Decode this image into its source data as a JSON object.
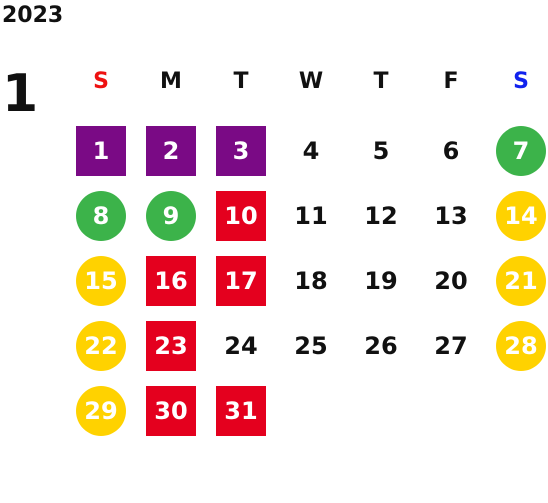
{
  "year": "2023",
  "month": "1",
  "colors": {
    "sunday": "#ee1111",
    "saturday": "#1122ee",
    "weekday": "#111111",
    "purple": "#7a0a85",
    "red": "#e4001e",
    "green": "#3cb34a",
    "yellow": "#ffd200"
  },
  "weekdays": [
    {
      "label": "S",
      "color": "sunday"
    },
    {
      "label": "M",
      "color": "weekday"
    },
    {
      "label": "T",
      "color": "weekday"
    },
    {
      "label": "W",
      "color": "weekday"
    },
    {
      "label": "T",
      "color": "weekday"
    },
    {
      "label": "F",
      "color": "weekday"
    },
    {
      "label": "S",
      "color": "saturday"
    }
  ],
  "first_weekday_index": 0,
  "days": [
    {
      "day": "1",
      "shape": "square",
      "color": "purple"
    },
    {
      "day": "2",
      "shape": "square",
      "color": "purple"
    },
    {
      "day": "3",
      "shape": "square",
      "color": "purple"
    },
    {
      "day": "4",
      "shape": "none",
      "color": ""
    },
    {
      "day": "5",
      "shape": "none",
      "color": ""
    },
    {
      "day": "6",
      "shape": "none",
      "color": ""
    },
    {
      "day": "7",
      "shape": "circle",
      "color": "green"
    },
    {
      "day": "8",
      "shape": "circle",
      "color": "green"
    },
    {
      "day": "9",
      "shape": "circle",
      "color": "green"
    },
    {
      "day": "10",
      "shape": "square",
      "color": "red"
    },
    {
      "day": "11",
      "shape": "none",
      "color": ""
    },
    {
      "day": "12",
      "shape": "none",
      "color": ""
    },
    {
      "day": "13",
      "shape": "none",
      "color": ""
    },
    {
      "day": "14",
      "shape": "circle",
      "color": "yellow"
    },
    {
      "day": "15",
      "shape": "circle",
      "color": "yellow"
    },
    {
      "day": "16",
      "shape": "square",
      "color": "red"
    },
    {
      "day": "17",
      "shape": "square",
      "color": "red"
    },
    {
      "day": "18",
      "shape": "none",
      "color": ""
    },
    {
      "day": "19",
      "shape": "none",
      "color": ""
    },
    {
      "day": "20",
      "shape": "none",
      "color": ""
    },
    {
      "day": "21",
      "shape": "circle",
      "color": "yellow"
    },
    {
      "day": "22",
      "shape": "circle",
      "color": "yellow"
    },
    {
      "day": "23",
      "shape": "square",
      "color": "red"
    },
    {
      "day": "24",
      "shape": "none",
      "color": ""
    },
    {
      "day": "25",
      "shape": "none",
      "color": ""
    },
    {
      "day": "26",
      "shape": "none",
      "color": ""
    },
    {
      "day": "27",
      "shape": "none",
      "color": ""
    },
    {
      "day": "28",
      "shape": "circle",
      "color": "yellow"
    },
    {
      "day": "29",
      "shape": "circle",
      "color": "yellow"
    },
    {
      "day": "30",
      "shape": "square",
      "color": "red"
    },
    {
      "day": "31",
      "shape": "square",
      "color": "red"
    }
  ]
}
